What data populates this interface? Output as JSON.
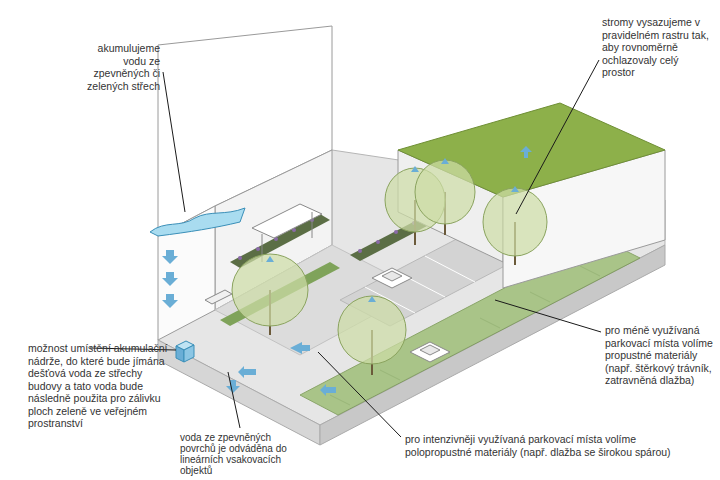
{
  "diagram": {
    "labels": [
      "akumulujeme vodu ze zpevněných či zelených střech",
      "stromy vysazujeme v pravidelném rastru tak, aby rovnoměrně ochlazovaly celý prostor",
      "možnost umístění akumulační nádrže, do které bude jímána dešťová voda ze střechy budovy a tato voda bude následně použita pro zálivku ploch zeleně ve veřejném prostranství",
      "pro méně využívaná parkovací místa volíme propustné materiály (např. štěrkový trávník, zatravněná dlažba)",
      "voda ze zpevněných povrchů je odváděna do lineárních vsakovacích objektů",
      "pro intenzivněji využívaná parkovací místa volíme polopropustné materiály (např. dlažba se širokou spárou)"
    ]
  }
}
